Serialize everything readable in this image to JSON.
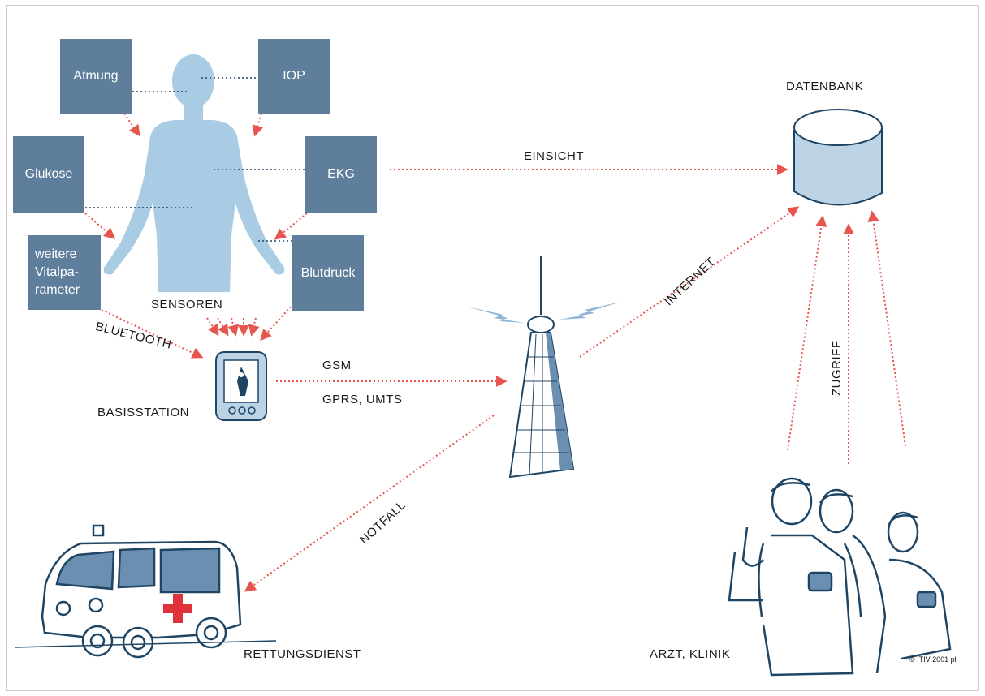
{
  "colors": {
    "box": "#5e7e9c",
    "body": "#a9cbe3",
    "arrow": "#e8554f",
    "line": "#1f4565",
    "text": "#1a1a1a"
  },
  "sensors": {
    "atmung": "Atmung",
    "iop": "IOP",
    "glukose": "Glukose",
    "ekg": "EKG",
    "weitere_line1": "weitere",
    "weitere_line2": "Vitalpa-",
    "weitere_line3": "rameter",
    "blutdruck": "Blutdruck"
  },
  "labels": {
    "sensoren": "SENSOREN",
    "bluetooth": "BLUETOOTH",
    "basisstation": "BASISSTATION",
    "gsm": "GSM",
    "gprs_umts": "GPRS, UMTS",
    "einsicht": "EINSICHT",
    "internet": "INTERNET",
    "datenbank": "DATENBANK",
    "zugriff": "ZUGRIFF",
    "notfall": "NOTFALL",
    "rettungsdienst": "RETTUNGSDIENST",
    "arzt_klinik": "ARZT, KLINIK",
    "copyright": "© ITIV 2001 pl"
  }
}
